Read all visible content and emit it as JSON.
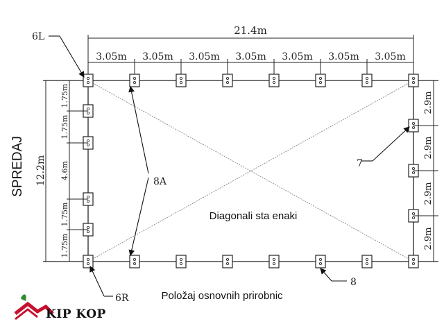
{
  "diagram": {
    "total_width_label": "21.4m",
    "top_spacing_labels": [
      "3.05m",
      "3.05m",
      "3.05m",
      "3.05m",
      "3.05m",
      "3.05m",
      "3.05m"
    ],
    "left_total_label": "12.2m",
    "left_spacing_labels": [
      "1.75m",
      "1.75m",
      "4.6m",
      "1.75m",
      "1.75m"
    ],
    "right_spacing_labels": [
      "2.9m",
      "2.9m",
      "2.9m",
      "2.9m"
    ],
    "side_label": "SPREDAJ",
    "center_label": "Diagonali sta enaki",
    "caption": "Položaj osnovnih prirobnic",
    "callouts": {
      "top_left_corner": "6L",
      "bottom_left_corner": "6R",
      "diagonal_points": "8A",
      "right_side_plate": "7",
      "bottom_plate": "8"
    }
  },
  "logo": {
    "text": "KIP KOP",
    "colors": {
      "roof": "#c8102e",
      "leaf": "#2e8b2e"
    }
  }
}
